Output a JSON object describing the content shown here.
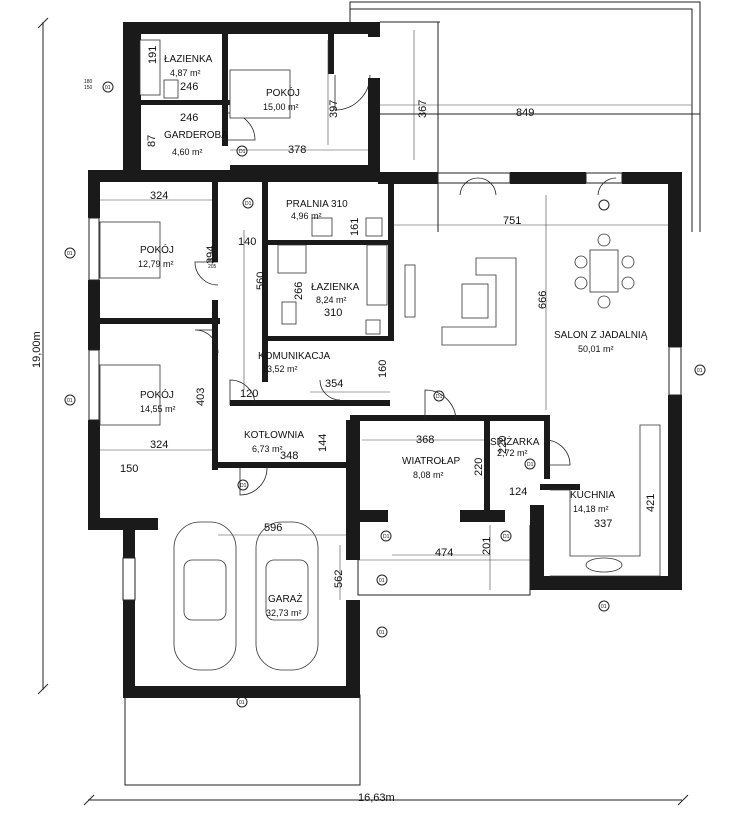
{
  "total": {
    "width": "16,63m",
    "height": "19,00m"
  },
  "rooms": {
    "lazienka_top": {
      "name": "ŁAZIENKA",
      "area": "4,87 m²",
      "dim": "246"
    },
    "pokoj_top": {
      "name": "POKÓJ",
      "area": "15,00 m²"
    },
    "garderoba": {
      "name": "GARDEROBA",
      "area": "4,60 m²",
      "dim": "246"
    },
    "pralnia": {
      "name": "PRALNIA",
      "dim": "310",
      "area": "4,96 m²"
    },
    "pokoj_mid": {
      "name": "POKÓJ",
      "area": "12,79 m²"
    },
    "lazienka_mid": {
      "name": "ŁAZIENKA",
      "area": "8,24 m²"
    },
    "komunikacja": {
      "name": "KOMUNIKACJA",
      "area": "13,52 m²"
    },
    "pokoj_low": {
      "name": "POKÓJ",
      "area": "14,55 m²"
    },
    "kotlownia": {
      "name": "KOTŁOWNIA",
      "area": "6,73 m²"
    },
    "wiatrolap": {
      "name": "WIATROŁAP",
      "area": "8,08 m²"
    },
    "spizarka": {
      "name": "SPIŻARKA",
      "area": "2,72 m²"
    },
    "kuchnia": {
      "name": "KUCHNIA",
      "area": "14,18 m²"
    },
    "salon": {
      "name": "SALON Z JADALNIĄ",
      "area": "50,01 m²"
    },
    "garaz": {
      "name": "GARAŻ",
      "area": "32,73 m²"
    }
  },
  "dims": {
    "d397": "397",
    "d367": "367",
    "d849": "849",
    "d378": "378",
    "d191": "191",
    "d87": "87",
    "d324a": "324",
    "d394": "394",
    "d140": "140",
    "d161": "161",
    "d751": "751",
    "d560": "560",
    "d266": "266",
    "d310b": "310",
    "d666": "666",
    "d354": "354",
    "d160": "160",
    "d120": "120",
    "d403": "403",
    "d324b": "324",
    "d144": "144",
    "d348": "348",
    "d368": "368",
    "d220a": "220",
    "d220b": "220",
    "d150": "150",
    "d124": "124",
    "d421": "421",
    "d337": "337",
    "d596": "596",
    "d474": "474",
    "d201": "201",
    "d562": "562"
  },
  "tags": {
    "window": "01",
    "door": "D1"
  },
  "small_text": {
    "w_top": "80",
    "w_bot": "205",
    "side_top": "180",
    "side_bot": "150"
  }
}
